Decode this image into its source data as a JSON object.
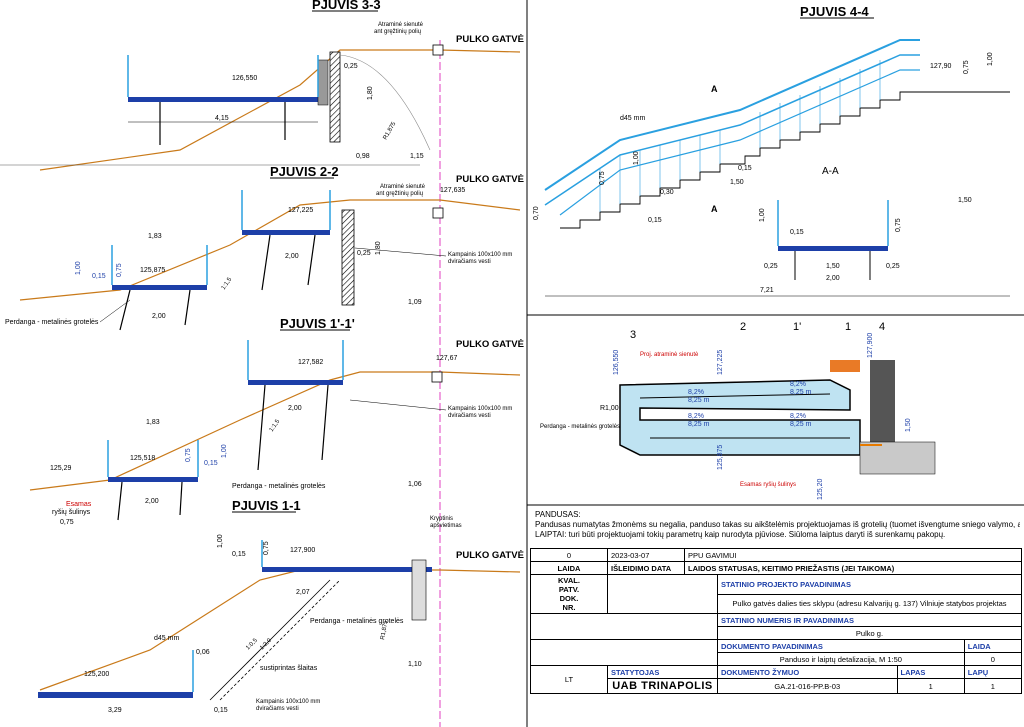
{
  "sections": {
    "s33": {
      "title": "PJUVIS 3-3",
      "street": "PULKO GATVĖ",
      "wall_note_1": "Atraminė sienutė",
      "wall_note_2": "ant gręžtinių polių",
      "elev": "126,550",
      "d1": "4,15",
      "d2": "0,98",
      "d3": "1,15",
      "d4": "0,25",
      "d5": "1,80",
      "slope": "R1,875"
    },
    "s22": {
      "title": "PJUVIS 2-2",
      "street": "PULKO GATVĖ",
      "wall_note_1": "Atraminė sienutė",
      "wall_note_2": "ant gręžtinių polių",
      "elev_top": "127,635",
      "elev_plat": "127,225",
      "elev_low": "125,875",
      "d1": "1,83",
      "d2": "2,00",
      "d3": "2,00",
      "d4": "1,09",
      "d5": "0,15",
      "d6": "1,00",
      "d7": "0,75",
      "d8": "0,25",
      "d9": "1,80",
      "slope": "1:1,5",
      "pipe_1": "Kampainis 100x100 mm",
      "pipe_2": "dviračiams vesti",
      "floor": "Perdanga - metalinės grotelės"
    },
    "s11p": {
      "title": "PJUVIS 1'-1'",
      "street": "PULKO GATVĖ",
      "elev_top": "127,67",
      "elev_plat": "127,582",
      "elev_low": "125,518",
      "elev_ex": "125,29",
      "d1": "1,83",
      "d2": "2,00",
      "d3": "2,00",
      "d4": "1,06",
      "d5": "0,15",
      "d6": "1,00",
      "d7": "0,75",
      "slope": "1:1,5",
      "pipe_1": "Kampainis 100x100 mm",
      "pipe_2": "dviračiams vesti",
      "floor": "Perdanga - metalinės grotelės",
      "existing_1": "Esamas",
      "existing_2": "ryšių šulinys"
    },
    "s11": {
      "title": "PJUVIS 1-1",
      "street": "PULKO GATVĖ",
      "elev_top": "127,900",
      "elev_low": "125,200",
      "d1": "1,00",
      "d2": "0,15",
      "d3": "0,75",
      "d4": "2,07",
      "d5": "3,29",
      "d6": "0,15",
      "d7": "1,10",
      "d8": "0,06",
      "pipe_d": "d45 mm",
      "pipe_1": "Kampainis 100x100 mm",
      "pipe_2": "dviračiams vesti",
      "floor": "Perdanga - metalinės grotelės",
      "slope_note": "sustiprintas šlaitas",
      "sign_1": "Kryptinis",
      "sign_2": "apšvietimas",
      "slope_a": "1:0,5",
      "slope_b": "1:2,0",
      "slope": "R1,875"
    }
  },
  "s44": {
    "title": "PJUVIS 4-4",
    "elev": "127,90",
    "pipe": "d45 mm",
    "aa": "A-A",
    "a": "A",
    "d1": "0,75",
    "d2": "1,00",
    "d3": "1,50",
    "d4": "0,15",
    "d5": "0,30",
    "d6": "0,70",
    "d7": "7,21",
    "d8": "1,50",
    "d9": "0,15",
    "d10": "1,00",
    "d11": "0,75"
  },
  "aa": {
    "w1": "0,25",
    "w2": "1,50",
    "w3": "0,25",
    "w4": "2,00",
    "h1": "1,00",
    "h2": "0,15",
    "h3": "0,75"
  },
  "plan": {
    "n3": "3",
    "n2": "2",
    "n1p": "1'",
    "n1": "1",
    "n4": "4",
    "e1": "126,550",
    "e2": "127,225",
    "e3": "127,900",
    "e4": "125,875",
    "e5": "125,20",
    "wall": "Proj. atraminė sienutė",
    "grate": "Perdanga - metalinės grotelės",
    "existing": "Esamas ryšių šulinys",
    "r": "R1,00",
    "s1": "8,2%",
    "s1b": "8,25 m",
    "s2": "8,2%",
    "s2b": "8,25 m",
    "s3": "8,2%",
    "s3b": "8,25 m",
    "s4": "8,2%",
    "s4b": "8,25 m",
    "w": "1,50"
  },
  "notes": {
    "title": "PANDUSAS:",
    "line1": "Pandusas numatytas žmonėms su negalia, panduso takas su aikštelėmis projektuojamas iš grotelių (tuomet išvengtume sniego valymo, apledėjimo).",
    "line2": "LAIPTAI: turi būti projektuojami tokių parametrų kaip nurodyta pjūviose. Siūloma laiptus daryti iš surenkamų pakopų."
  },
  "titleblock": {
    "rev": "0",
    "date": "2023-03-07",
    "status": "PPU GAVIMUI",
    "h_laida": "LAIDA",
    "h_date": "IŠLEIDIMO DATA",
    "h_status": "LAIDOS STATUSAS, KEITIMO PRIEŽASTIS (JEI TAIKOMA)",
    "kval": "KVAL.",
    "patv": "PATV.",
    "dok": "DOK.",
    "nr": "NR.",
    "h_project": "STATINIO PROJEKTO PAVADINIMAS",
    "project": "Pulko gatvės dalies ties sklypu (adresu Kalvarijų g. 137) Vilniuje statybos projektas",
    "h_object": "STATINIO NUMERIS IR PAVADINIMAS",
    "object": "Pulko g.",
    "h_doc": "DOKUMENTO PAVADINIMAS",
    "h_laida2": "LAIDA",
    "doc": "Pandusо ir laiptų detalizacija, M 1:50",
    "doc_rev": "0",
    "lt": "LT",
    "h_builder": "STATYTOJAS",
    "builder": "UAB  TRINAPOLIS",
    "h_code": "DOKUMENTO ŽYMUO",
    "code": "GA.21-016-PP.B-03",
    "h_lapas": "LAPAS",
    "h_lapu": "LAPŲ",
    "lapas": "1",
    "lapu": "1"
  }
}
